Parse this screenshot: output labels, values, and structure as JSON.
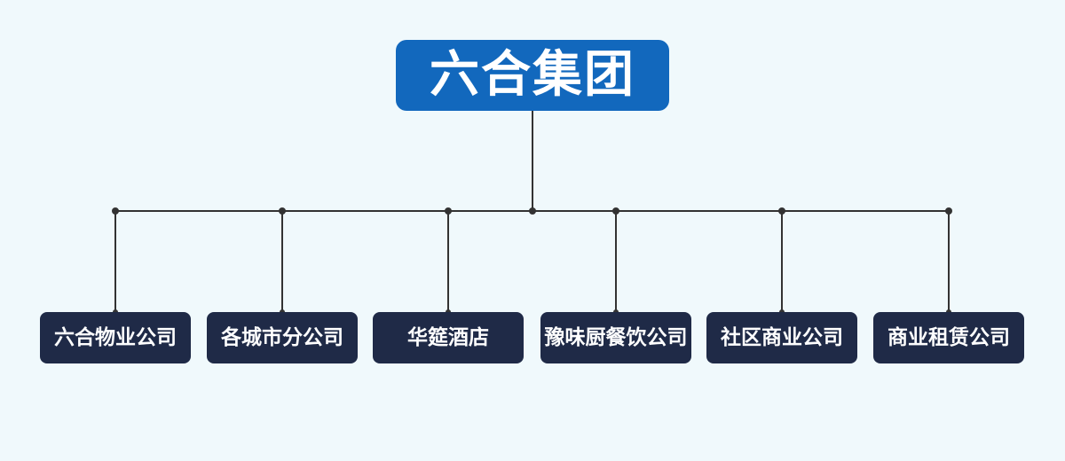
{
  "org_chart": {
    "root": {
      "label": "六合集团"
    },
    "children": [
      {
        "label": "六合物业公司"
      },
      {
        "label": "各城市分公司"
      },
      {
        "label": "华筵酒店"
      },
      {
        "label": "豫味厨餐饮公司"
      },
      {
        "label": "社区商业公司"
      },
      {
        "label": "商业租赁公司"
      }
    ]
  },
  "colors": {
    "background": "#F0F9FC",
    "root_node": "#1268BD",
    "child_node": "#1F2A47",
    "connector": "#333333",
    "text": "#FFFFFF"
  }
}
